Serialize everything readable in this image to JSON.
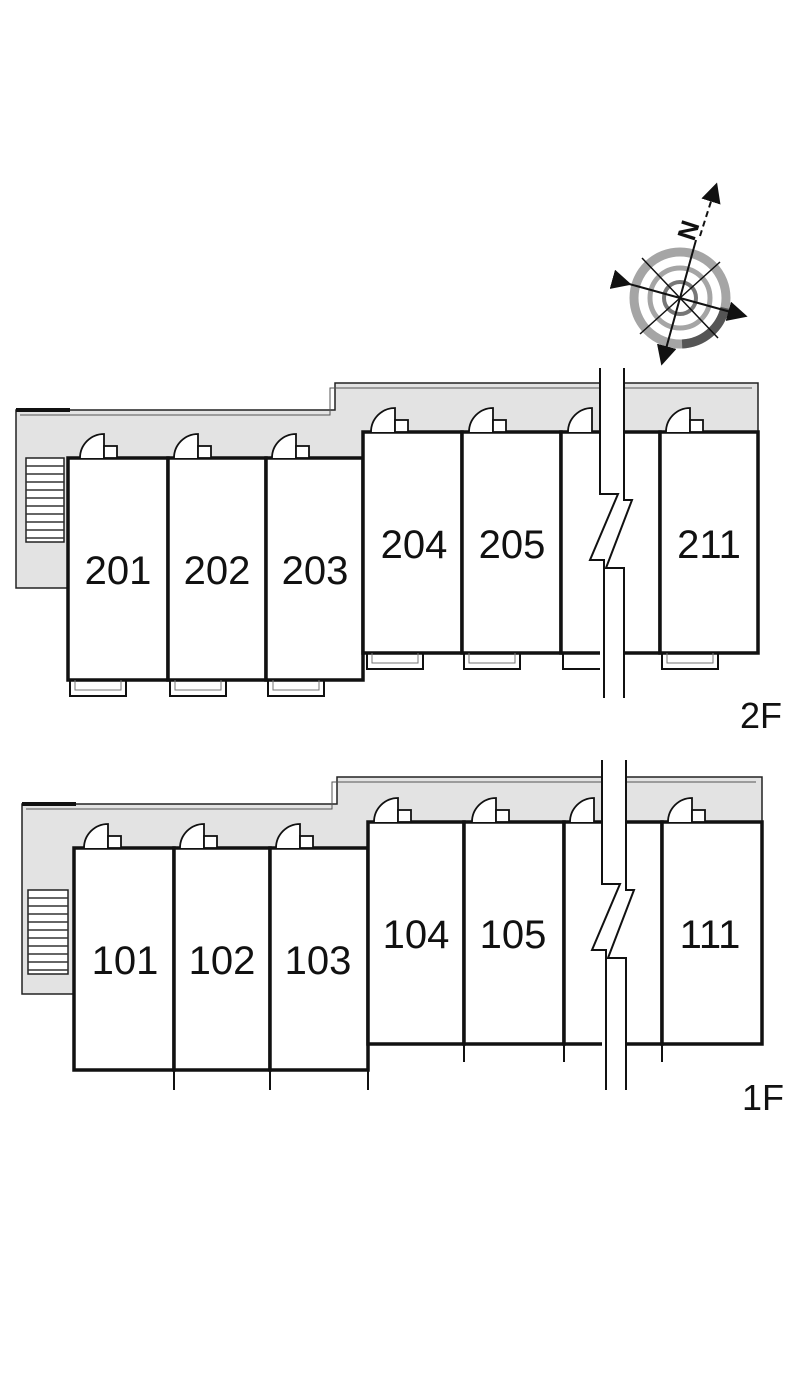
{
  "compass": {
    "label": "N",
    "icon": "north-compass-icon"
  },
  "floors": [
    {
      "label": "2F",
      "units": [
        "201",
        "202",
        "203",
        "204",
        "205",
        "211"
      ]
    },
    {
      "label": "1F",
      "units": [
        "101",
        "102",
        "103",
        "104",
        "105",
        "111"
      ]
    }
  ],
  "colors": {
    "corridor": "#e3e3e3",
    "wall": "#1a1a1a",
    "compass_gray": "#9a9a9a",
    "compass_dark": "#555555"
  }
}
